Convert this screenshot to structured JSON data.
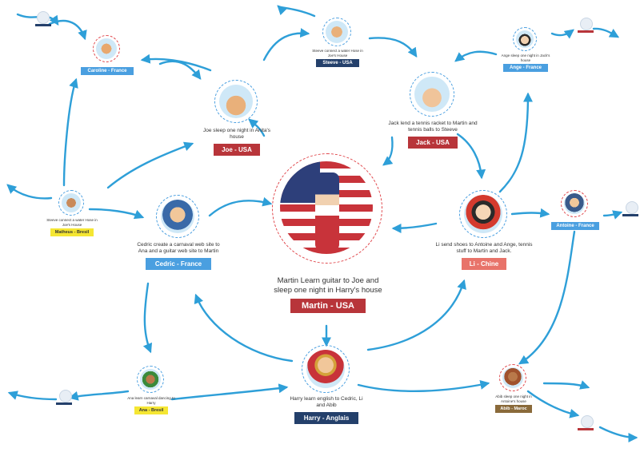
{
  "nodes": {
    "martin": {
      "caption": "Martin Learn guitar to Joe and sleep one night in Harry's house",
      "label": "Martin - USA",
      "color": "#b8353a"
    },
    "joe": {
      "caption": "Joe sleep one night in Anita's house",
      "label": "Joe - USA",
      "color": "#b8353a"
    },
    "jack": {
      "caption": "Jack lend a tennis racket to Martin and tennis balls to Steeve",
      "label": "Jack - USA",
      "color": "#b8353a"
    },
    "steeve": {
      "caption": "Steeve connect a water Hose in Joe's House",
      "label": "Steeve - USA",
      "color": "#24406b"
    },
    "caroline": {
      "label": "Caroline - France",
      "color": "#4a9fe0"
    },
    "ange": {
      "caption": "Ange sleep one night in Jack's house",
      "label": "Ange - France",
      "color": "#4a9fe0"
    },
    "matheus": {
      "caption": "Steeve connect a water Hose in Joe's House",
      "label": "Matheus - Bresil",
      "color": "#f5e633"
    },
    "cedric": {
      "caption": "Cedric create a carnaval web site to Ana and a guitar web site to Martin",
      "label": "Cedric - France",
      "color": "#4a9fe0"
    },
    "li": {
      "caption": "Li send shoes to Antoine and Ange, tennis stuff to Martin and Jack.",
      "label": "Li - Chine",
      "color": "#e8736a"
    },
    "antoine": {
      "label": "Antoine - France",
      "color": "#4a9fe0"
    },
    "ana": {
      "caption": "Ana learn carnaval dancing to Harry",
      "label": "Ana - Bresil",
      "color": "#f5e633"
    },
    "harry": {
      "caption": "Harry learn english to Cedric, Li and Abib",
      "label": "Harry - Anglais",
      "color": "#24406b"
    },
    "abib": {
      "caption": "Abib sleep one night in Antoine's house",
      "label": "Abib - Maroc",
      "color": "#8a6a3a"
    }
  },
  "colors": {
    "arrow": "#2e9fd8",
    "ring_blue": "#4a9fe0",
    "ring_red": "#e0454a"
  }
}
